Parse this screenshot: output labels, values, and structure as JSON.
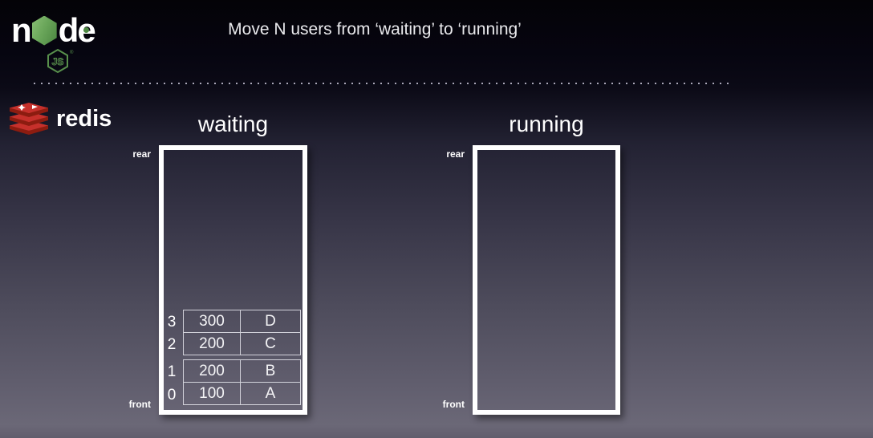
{
  "slide": {
    "title": "Move N users from ‘waiting’ to ‘running’"
  },
  "logos": {
    "node": {
      "word_left": "n",
      "word_d": "d",
      "word_e": "e",
      "js_text": "JS",
      "registered": "®",
      "green": "#6aa65a"
    },
    "redis": {
      "label": "redis",
      "red": "#c6302b",
      "dark_red": "#8c1c10"
    }
  },
  "queues": {
    "waiting": {
      "title": "waiting",
      "rear_label": "rear",
      "front_label": "front",
      "items": [
        {
          "index": "3",
          "score": "300",
          "member": "D"
        },
        {
          "index": "2",
          "score": "200",
          "member": "C"
        },
        {
          "index": "1",
          "score": "200",
          "member": "B"
        },
        {
          "index": "0",
          "score": "100",
          "member": "A"
        }
      ]
    },
    "running": {
      "title": "running",
      "rear_label": "rear",
      "front_label": "front",
      "items": []
    }
  },
  "colors": {
    "background_top": "#040307",
    "background_bottom": "#6b6877",
    "box_border": "#ffffff",
    "table_border": "#e9e9f0",
    "text": "#ffffff"
  }
}
